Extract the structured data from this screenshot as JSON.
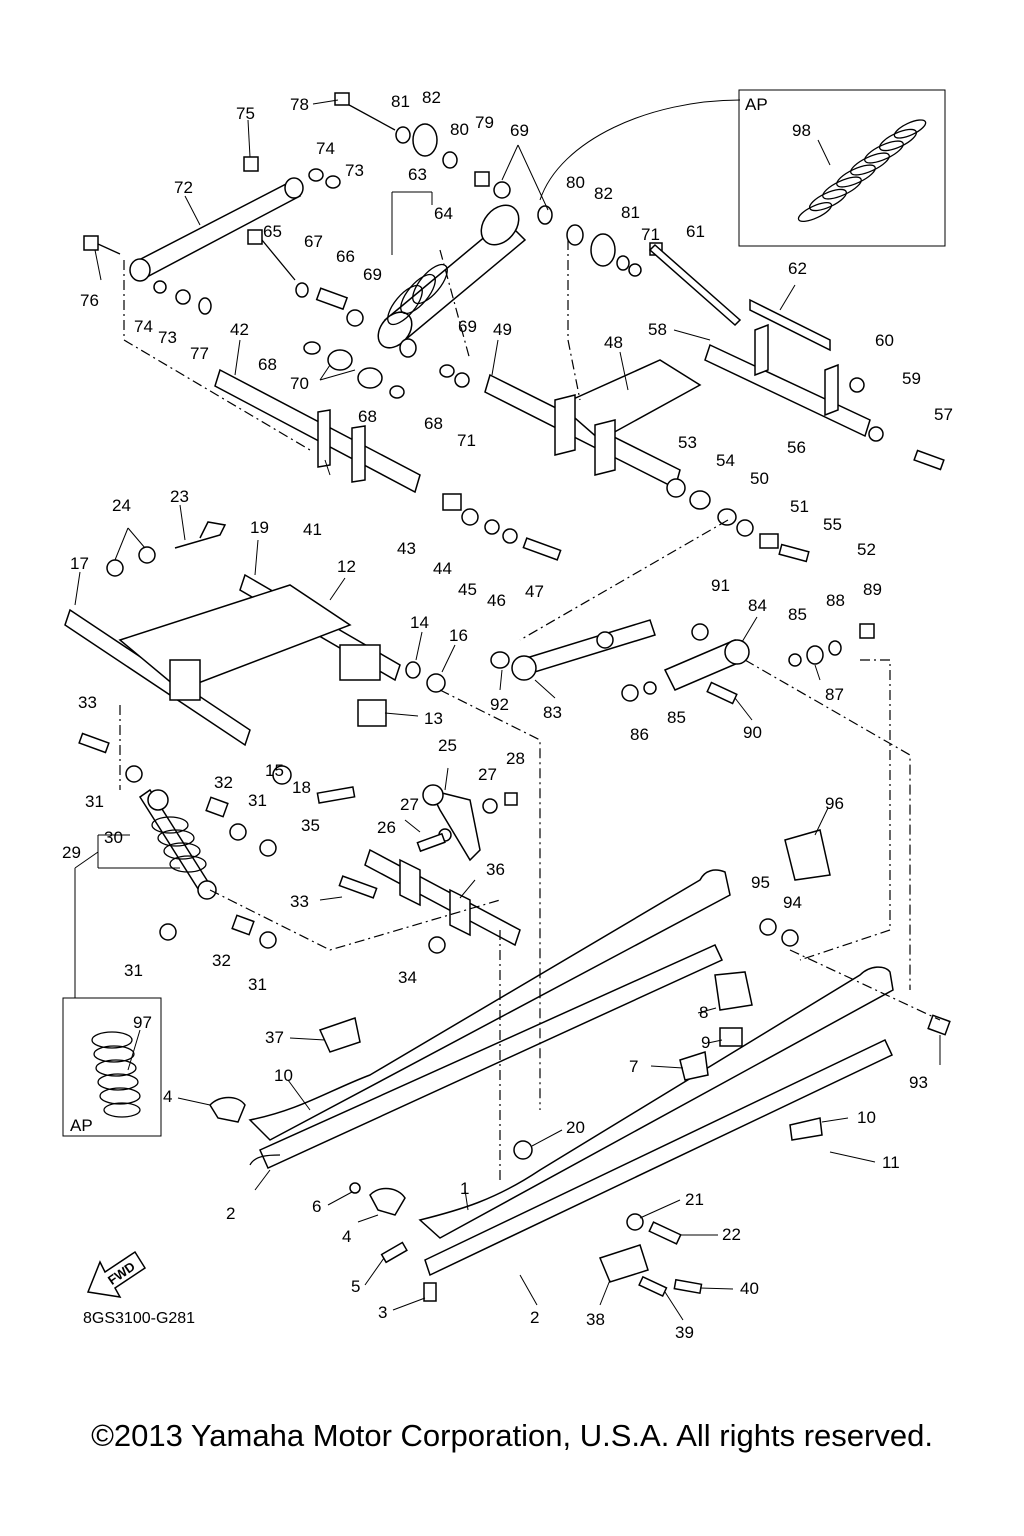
{
  "diagram": {
    "drawing_code": "8GS3100-G281",
    "fwd_label": "FWD",
    "inset_top_label": "AP",
    "inset_bottom_label": "AP",
    "copyright": "©2013 Yamaha Motor Corporation, U.S.A. All rights reserved."
  },
  "callouts": [
    "78",
    "81",
    "82",
    "75",
    "80",
    "79",
    "69",
    "74",
    "73",
    "63",
    "64",
    "72",
    "80",
    "82",
    "81",
    "71",
    "61",
    "65",
    "67",
    "66",
    "69",
    "76",
    "74",
    "73",
    "77",
    "62",
    "42",
    "69",
    "49",
    "48",
    "58",
    "60",
    "68",
    "70",
    "59",
    "68",
    "68",
    "71",
    "56",
    "57",
    "53",
    "54",
    "50",
    "41",
    "24",
    "23",
    "19",
    "43",
    "44",
    "45",
    "46",
    "47",
    "51",
    "55",
    "52",
    "17",
    "12",
    "91",
    "84",
    "85",
    "88",
    "89",
    "14",
    "16",
    "92",
    "83",
    "86",
    "85",
    "87",
    "90",
    "33",
    "13",
    "15",
    "18",
    "25",
    "28",
    "27",
    "31",
    "32",
    "31",
    "35",
    "27",
    "26",
    "96",
    "30",
    "29",
    "36",
    "95",
    "94",
    "33",
    "31",
    "32",
    "31",
    "34",
    "97",
    "8",
    "37",
    "9",
    "10",
    "7",
    "4",
    "10",
    "11",
    "20",
    "1",
    "21",
    "22",
    "6",
    "4",
    "2",
    "5",
    "3",
    "38",
    "39",
    "40",
    "2",
    "93",
    "98"
  ],
  "colors": {
    "ink": "#000000",
    "paper": "#ffffff"
  },
  "icons": {
    "fwd": "fwd-arrow-icon"
  }
}
